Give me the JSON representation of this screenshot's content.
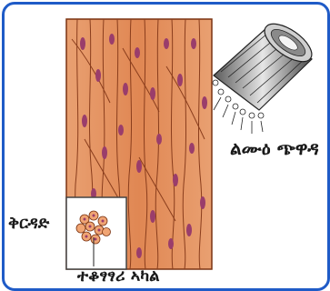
{
  "labels": {
    "muscle_fiber": "ልሙዕ ጭዋዳ",
    "fiber_bundle": "ቅርዳድ",
    "nucleus": "ተቆፃፃሪ ኣካል"
  },
  "colors": {
    "border": "#1f5bc7",
    "tissue_fill": "#e28a55",
    "tissue_line": "#8a3d1c",
    "nucleus": "#9a3d6b"
  }
}
